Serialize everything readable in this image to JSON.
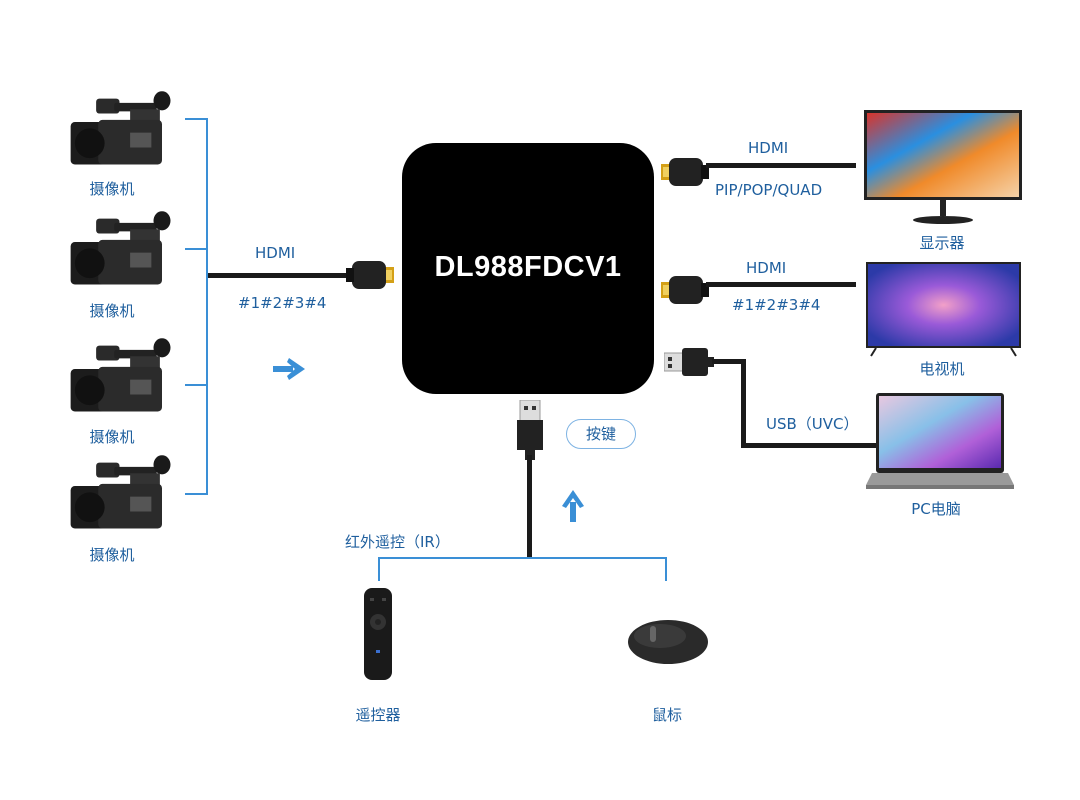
{
  "hub": {
    "model": "DL988FDCV1"
  },
  "inputs": {
    "devices": [
      {
        "label": "摄像机",
        "icon": "camcorder-icon"
      },
      {
        "label": "摄像机",
        "icon": "camcorder-icon"
      },
      {
        "label": "摄像机",
        "icon": "camcorder-icon"
      },
      {
        "label": "摄像机",
        "icon": "camcorder-icon"
      }
    ],
    "cable_label": "HDMI",
    "channel_label": "#1#2#3#4",
    "direction_icon": "arrow-right-icon"
  },
  "outputs": [
    {
      "cable_label": "HDMI",
      "sub_label": "PIP/POP/QUAD",
      "device_label": "显示器",
      "icon": "monitor-icon"
    },
    {
      "cable_label": "HDMI",
      "sub_label": "#1#2#3#4",
      "device_label": "电视机",
      "icon": "tv-icon"
    },
    {
      "cable_label": "USB（UVC）",
      "device_label": "PC电脑",
      "icon": "laptop-icon"
    }
  ],
  "control": {
    "button_label": "按键",
    "ir_label": "红外遥控（IR）",
    "direction_icon": "arrow-up-icon",
    "devices": [
      {
        "label": "遥控器",
        "icon": "remote-control-icon"
      },
      {
        "label": "鼠标",
        "icon": "mouse-icon"
      }
    ]
  },
  "colors": {
    "accent": "#3a8fd6",
    "text": "#1f5f9e",
    "hub": "#000000",
    "cable": "#1a1a1a"
  }
}
